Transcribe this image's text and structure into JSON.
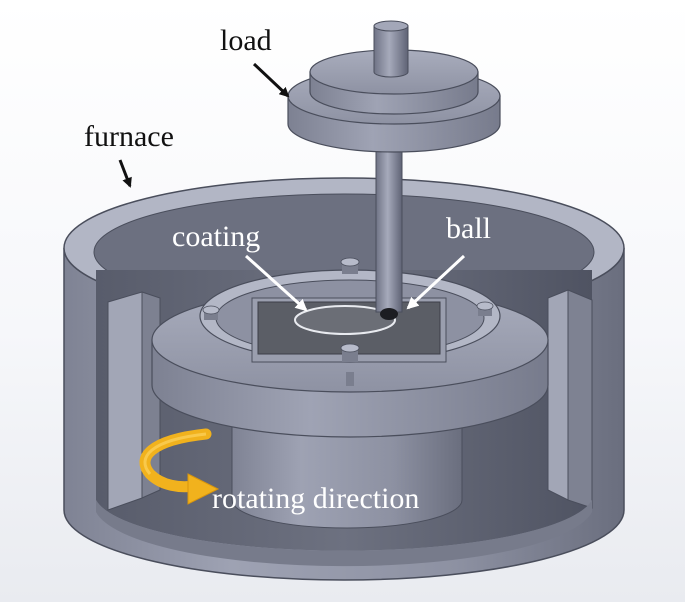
{
  "diagram": {
    "labels": {
      "load": "load",
      "furnace": "furnace",
      "coating": "coating",
      "ball": "ball",
      "rotating": "rotating direction"
    }
  },
  "colors": {
    "background": "#f7f8fb",
    "metal_light": "#a4a8b8",
    "metal_mid": "#8a8ea0",
    "metal_dark": "#5e6272",
    "sample_dark": "#55585f",
    "label_dark": "#111111",
    "label_light": "#ffffff",
    "rotation_arrow": "#f1b21d"
  }
}
